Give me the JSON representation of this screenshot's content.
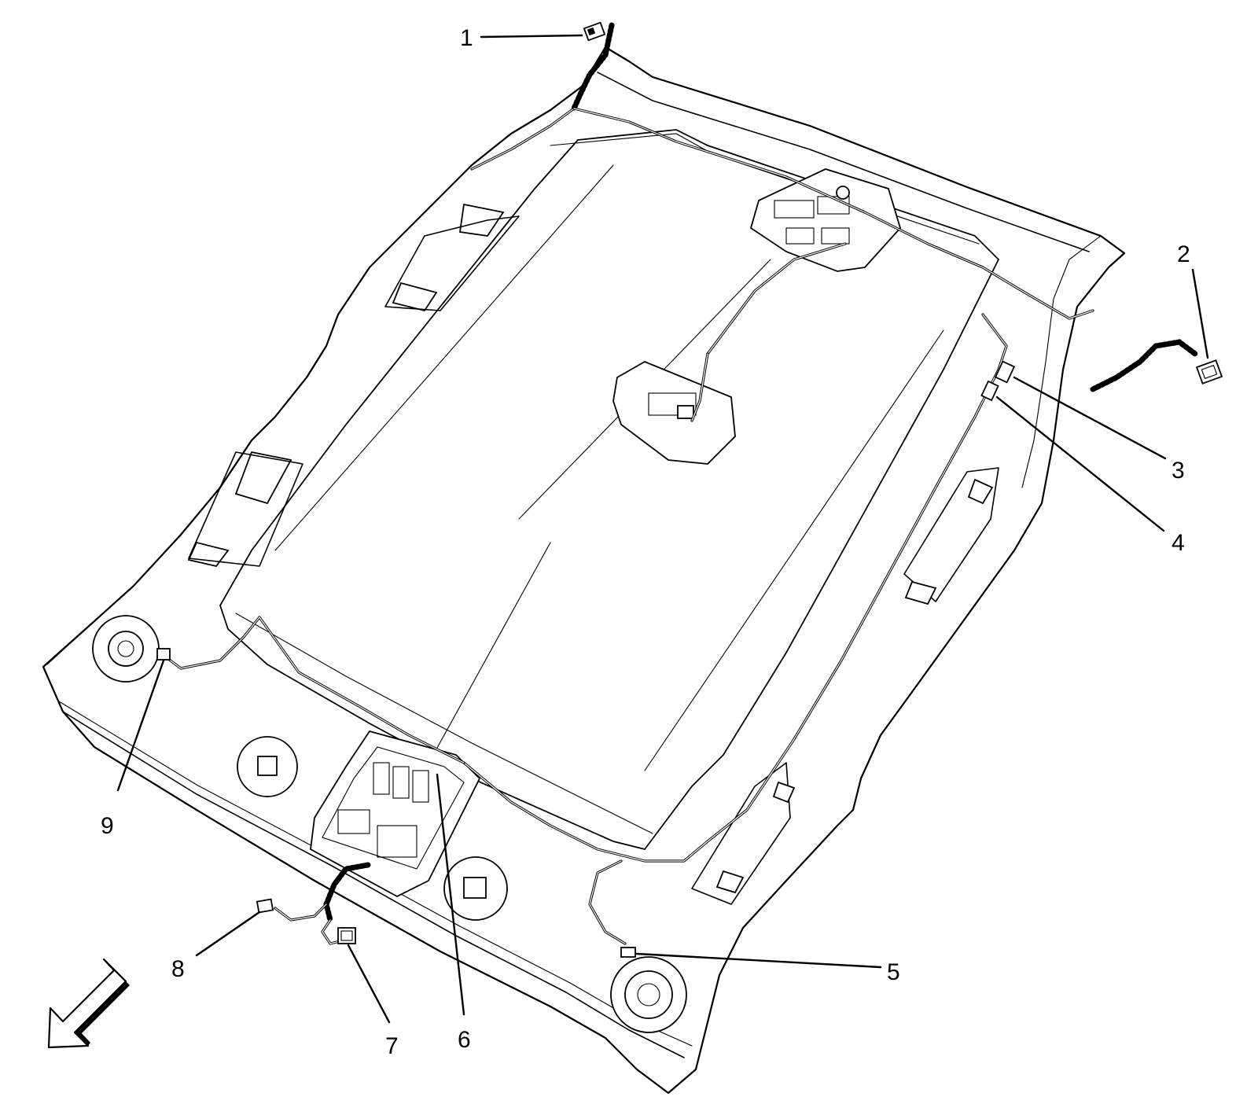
{
  "callouts": [
    {
      "id": "1",
      "label": "1"
    },
    {
      "id": "2",
      "label": "2"
    },
    {
      "id": "3",
      "label": "3"
    },
    {
      "id": "4",
      "label": "4"
    },
    {
      "id": "5",
      "label": "5"
    },
    {
      "id": "6",
      "label": "6"
    },
    {
      "id": "7",
      "label": "7"
    },
    {
      "id": "8",
      "label": "8"
    },
    {
      "id": "9",
      "label": "9"
    }
  ],
  "direction_arrow": {
    "icon": "front-direction-arrow-icon"
  }
}
